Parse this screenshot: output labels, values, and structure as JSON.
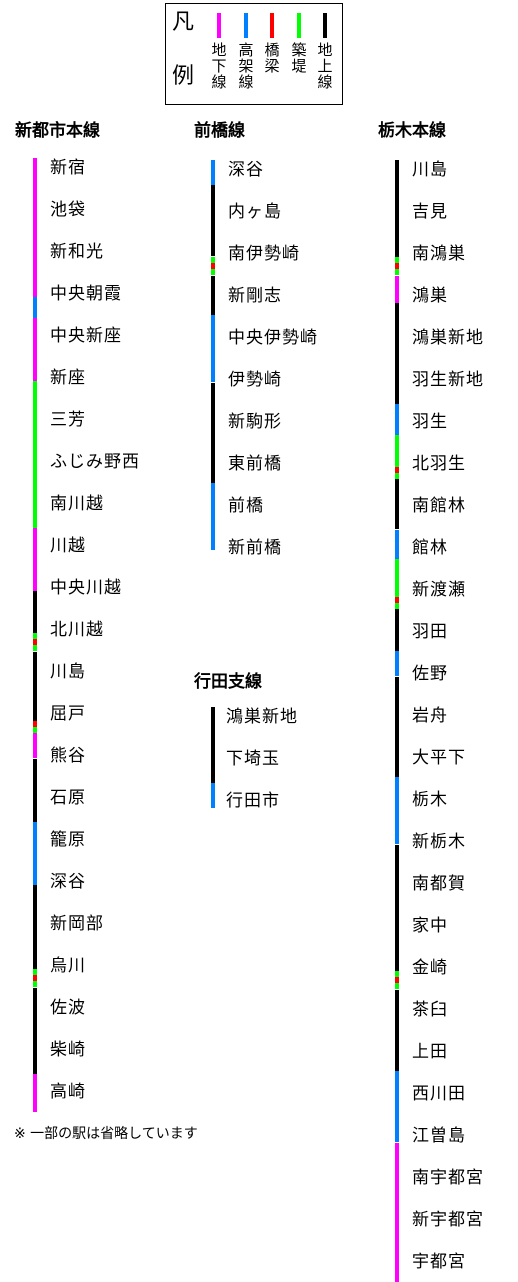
{
  "colors": {
    "underground": "#ff00ff",
    "elevated": "#0080ff",
    "bridge": "#ff0000",
    "embankment": "#00ff00",
    "ground": "#000000"
  },
  "legend": {
    "title": [
      "凡",
      "例"
    ],
    "items": [
      {
        "type": "underground",
        "label": [
          "地",
          "下",
          "線"
        ]
      },
      {
        "type": "elevated",
        "label": [
          "高",
          "架",
          "線"
        ]
      },
      {
        "type": "bridge",
        "label": [
          "橋",
          "梁"
        ]
      },
      {
        "type": "embankment",
        "label": [
          "築",
          "堤"
        ]
      },
      {
        "type": "ground",
        "label": [
          "地",
          "上",
          "線"
        ]
      }
    ]
  },
  "lines": [
    {
      "id": "shintoshi",
      "title": "新都市本線",
      "stations": [
        "新宿",
        "池袋",
        "新和光",
        "中央朝霞",
        "中央新座",
        "新座",
        "三芳",
        "ふじみ野西",
        "南川越",
        "川越",
        "中央川越",
        "北川越",
        "川島",
        "屈戸",
        "熊谷",
        "石原",
        "籠原",
        "深谷",
        "新岡部",
        "烏川",
        "佐波",
        "柴崎",
        "高崎"
      ],
      "segments": [
        {
          "type": "underground",
          "from": 0,
          "to": 3.3
        },
        {
          "type": "elevated",
          "from": 3.3,
          "to": 3.8
        },
        {
          "type": "underground",
          "from": 3.8,
          "to": 5.3
        },
        {
          "type": "embankment",
          "from": 5.3,
          "to": 8.8
        },
        {
          "type": "underground",
          "from": 8.8,
          "to": 10.3
        },
        {
          "type": "ground",
          "from": 10.3,
          "to": 11.3
        },
        {
          "type": "embankment",
          "from": 11.3,
          "to": 11.45
        },
        {
          "type": "bridge",
          "from": 11.45,
          "to": 11.6
        },
        {
          "type": "embankment",
          "from": 11.6,
          "to": 11.75
        },
        {
          "type": "ground",
          "from": 11.75,
          "to": 13.4
        },
        {
          "type": "bridge",
          "from": 13.4,
          "to": 13.55
        },
        {
          "type": "embankment",
          "from": 13.55,
          "to": 13.7
        },
        {
          "type": "underground",
          "from": 13.7,
          "to": 14.3
        },
        {
          "type": "ground",
          "from": 14.3,
          "to": 15.8
        },
        {
          "type": "elevated",
          "from": 15.8,
          "to": 17.3
        },
        {
          "type": "ground",
          "from": 17.3,
          "to": 19.3
        },
        {
          "type": "embankment",
          "from": 19.3,
          "to": 19.45
        },
        {
          "type": "bridge",
          "from": 19.45,
          "to": 19.6
        },
        {
          "type": "embankment",
          "from": 19.6,
          "to": 19.75
        },
        {
          "type": "ground",
          "from": 19.75,
          "to": 21.8
        },
        {
          "type": "underground",
          "from": 21.8,
          "to": 22.7
        }
      ]
    },
    {
      "id": "maebashi",
      "title": "前橋線",
      "stations": [
        "深谷",
        "内ヶ島",
        "南伊勢崎",
        "新剛志",
        "中央伊勢崎",
        "伊勢崎",
        "新駒形",
        "東前橋",
        "前橋",
        "新前橋"
      ],
      "segments": [
        {
          "type": "elevated",
          "from": 0,
          "to": 0.6
        },
        {
          "type": "ground",
          "from": 0.6,
          "to": 2.3
        },
        {
          "type": "embankment",
          "from": 2.3,
          "to": 2.45
        },
        {
          "type": "bridge",
          "from": 2.45,
          "to": 2.6
        },
        {
          "type": "embankment",
          "from": 2.6,
          "to": 2.75
        },
        {
          "type": "ground",
          "from": 2.75,
          "to": 3.7
        },
        {
          "type": "elevated",
          "from": 3.7,
          "to": 5.3
        },
        {
          "type": "ground",
          "from": 5.3,
          "to": 7.7
        },
        {
          "type": "elevated",
          "from": 7.7,
          "to": 9.3
        }
      ]
    },
    {
      "id": "gyoda",
      "title": "行田支線",
      "stations": [
        "鴻巣新地",
        "下埼玉",
        "行田市"
      ],
      "segments": [
        {
          "type": "ground",
          "from": 0,
          "to": 1.8
        },
        {
          "type": "elevated",
          "from": 1.8,
          "to": 2.4
        }
      ]
    },
    {
      "id": "tochigi",
      "title": "栃木本線",
      "stations": [
        "川島",
        "吉見",
        "南鴻巣",
        "鴻巣",
        "鴻巣新地",
        "羽生新地",
        "羽生",
        "北羽生",
        "南館林",
        "館林",
        "新渡瀬",
        "羽田",
        "佐野",
        "岩舟",
        "大平下",
        "栃木",
        "新栃木",
        "南都賀",
        "家中",
        "金崎",
        "茶臼",
        "上田",
        "西川田",
        "江曽島",
        "南宇都宮",
        "新宇都宮",
        "宇都宮"
      ],
      "segments": [
        {
          "type": "ground",
          "from": 0,
          "to": 2.3
        },
        {
          "type": "embankment",
          "from": 2.3,
          "to": 2.45
        },
        {
          "type": "bridge",
          "from": 2.45,
          "to": 2.6
        },
        {
          "type": "embankment",
          "from": 2.6,
          "to": 2.75
        },
        {
          "type": "underground",
          "from": 2.75,
          "to": 3.4
        },
        {
          "type": "ground",
          "from": 3.4,
          "to": 5.8
        },
        {
          "type": "elevated",
          "from": 5.8,
          "to": 6.55
        },
        {
          "type": "embankment",
          "from": 6.55,
          "to": 7.3
        },
        {
          "type": "bridge",
          "from": 7.3,
          "to": 7.45
        },
        {
          "type": "embankment",
          "from": 7.45,
          "to": 7.6
        },
        {
          "type": "ground",
          "from": 7.6,
          "to": 8.8
        },
        {
          "type": "elevated",
          "from": 8.8,
          "to": 9.5
        },
        {
          "type": "embankment",
          "from": 9.5,
          "to": 10.4
        },
        {
          "type": "bridge",
          "from": 10.4,
          "to": 10.55
        },
        {
          "type": "embankment",
          "from": 10.55,
          "to": 10.7
        },
        {
          "type": "ground",
          "from": 10.7,
          "to": 11.7
        },
        {
          "type": "elevated",
          "from": 11.7,
          "to": 12.3
        },
        {
          "type": "ground",
          "from": 12.3,
          "to": 14.7
        },
        {
          "type": "elevated",
          "from": 14.7,
          "to": 16.3
        },
        {
          "type": "ground",
          "from": 16.3,
          "to": 19.3
        },
        {
          "type": "embankment",
          "from": 19.3,
          "to": 19.45
        },
        {
          "type": "bridge",
          "from": 19.45,
          "to": 19.6
        },
        {
          "type": "embankment",
          "from": 19.6,
          "to": 19.75
        },
        {
          "type": "ground",
          "from": 19.75,
          "to": 21.7
        },
        {
          "type": "elevated",
          "from": 21.7,
          "to": 23.4
        },
        {
          "type": "underground",
          "from": 23.4,
          "to": 26.7
        }
      ]
    }
  ],
  "footnote": "※ 一部の駅は省略しています"
}
